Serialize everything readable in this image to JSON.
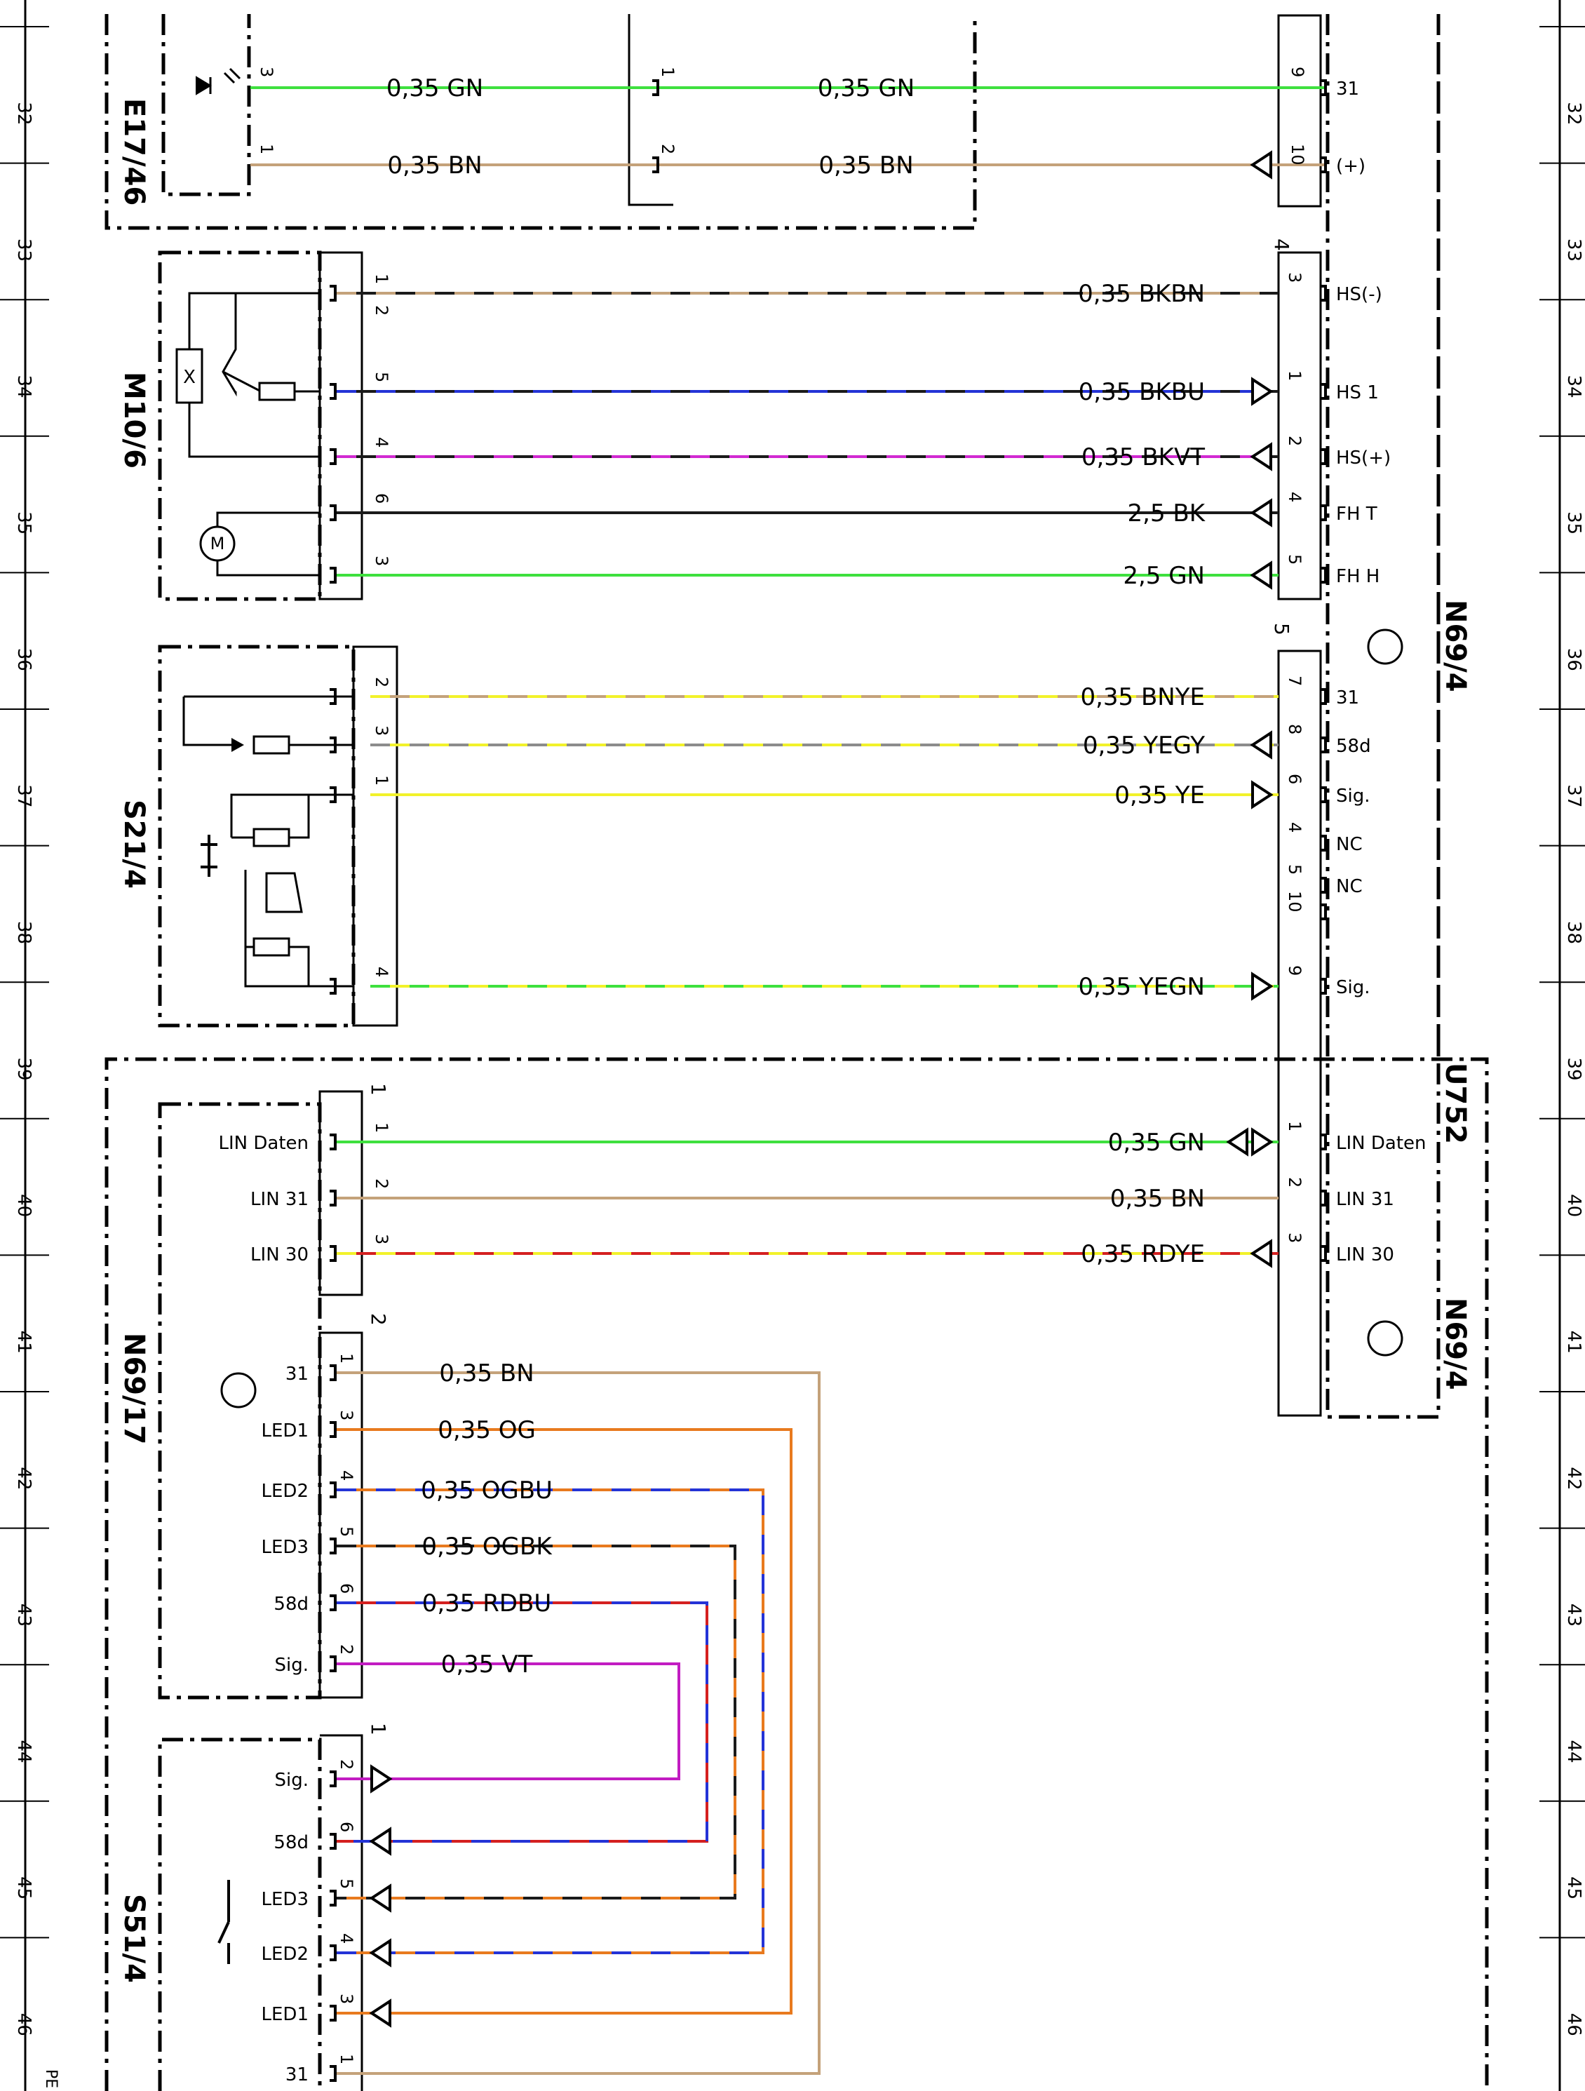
{
  "page": {
    "row_numbers": [
      "32",
      "33",
      "34",
      "35",
      "36",
      "37",
      "38",
      "39",
      "40",
      "41",
      "42",
      "43",
      "44",
      "45",
      "46"
    ],
    "corner_mark": "PE"
  },
  "components": {
    "E17_46": "E17/46",
    "M10_6": "M10/6",
    "S21_4": "S21/4",
    "N69_17": "N69/17",
    "S51_4": "S51/4",
    "N69_4_upper": "N69/4",
    "N69_4_lower": "N69/4",
    "U752": "U752"
  },
  "connector_labels": {
    "n69_4_block4": "4",
    "n69_4_block5": "5",
    "n69_17_block1": "1",
    "n69_17_block2": "2",
    "s51_4_block1": "1"
  },
  "wires": [
    {
      "id": "w1",
      "label": "0,35 GN",
      "label2": "0,35 GN",
      "color": "#3ee03e",
      "stripe": null,
      "left_pin": "3",
      "mid_pin_left": "1",
      "right_pin": "9",
      "terminal": "31",
      "arrow": "none"
    },
    {
      "id": "w2",
      "label": "0,35 BN",
      "label2": "0,35 BN",
      "color": "#c4a27a",
      "stripe": null,
      "left_pin": "1",
      "mid_pin_left": "2",
      "right_pin": "10",
      "terminal": "(+)",
      "arrow": "left"
    },
    {
      "id": "w3",
      "label": "0,35 BKBN",
      "color": "#1a1a1a",
      "stripe": "#c4a27a",
      "left_pin": "1",
      "right_pin": "3",
      "terminal": "HS(-)",
      "arrow": "none"
    },
    {
      "id": "w4",
      "label": "",
      "color": null,
      "stripe": null,
      "left_pin": "2",
      "right_pin": "",
      "terminal": "",
      "arrow": "none"
    },
    {
      "id": "w5",
      "label": "0,35 BKBU",
      "color": "#1a1a1a",
      "stripe": "#2433d6",
      "left_pin": "5",
      "right_pin": "1",
      "terminal": "HS 1",
      "arrow": "right"
    },
    {
      "id": "w6",
      "label": "0,35 BKVT",
      "color": "#1a1a1a",
      "stripe": "#d22ad2",
      "left_pin": "4",
      "right_pin": "2",
      "terminal": "HS(+)",
      "arrow": "left"
    },
    {
      "id": "w7",
      "label": "2,5 BK",
      "color": "#1a1a1a",
      "stripe": null,
      "left_pin": "6",
      "right_pin": "4",
      "terminal": "FH T",
      "arrow": "left"
    },
    {
      "id": "w8",
      "label": "2,5 GN",
      "color": "#3ee03e",
      "stripe": null,
      "left_pin": "3",
      "right_pin": "5",
      "terminal": "FH H",
      "arrow": "left"
    },
    {
      "id": "w9",
      "label": "0,35 BNYE",
      "color": "#c4a27a",
      "stripe": "#f2f22a",
      "left_pin": "2",
      "right_pin": "7",
      "terminal": "31",
      "arrow": "none"
    },
    {
      "id": "w10",
      "label": "0,35 YEGY",
      "color": "#f2f22a",
      "stripe": "#8c8c8c",
      "left_pin": "3",
      "right_pin": "8",
      "terminal": "58d",
      "arrow": "left"
    },
    {
      "id": "w11",
      "label": "0,35 YE",
      "color": "#f2f22a",
      "stripe": null,
      "left_pin": "1",
      "right_pin": "6",
      "terminal": "Sig.",
      "arrow": "right"
    },
    {
      "id": "w12",
      "label": "",
      "color": null,
      "stripe": null,
      "left_pin": "",
      "right_pin": "4",
      "terminal": "NC",
      "arrow": "none"
    },
    {
      "id": "w13",
      "label": "",
      "color": null,
      "stripe": null,
      "left_pin": "",
      "right_pin": "5",
      "terminal": "NC",
      "arrow": "none"
    },
    {
      "id": "w14",
      "label": "",
      "color": null,
      "stripe": null,
      "left_pin": "",
      "right_pin": "10",
      "terminal": "",
      "arrow": "none"
    },
    {
      "id": "w15",
      "label": "0,35 YEGN",
      "color": "#f2f22a",
      "stripe": "#3ee03e",
      "left_pin": "4",
      "right_pin": "9",
      "terminal": "Sig.",
      "arrow": "right"
    },
    {
      "id": "w16",
      "label": "0,35 GN",
      "color": "#3ee03e",
      "stripe": null,
      "left_name": "LIN Daten",
      "left_pin": "1",
      "right_pin": "1",
      "terminal": "LIN Daten",
      "arrow": "both"
    },
    {
      "id": "w17",
      "label": "0,35 BN",
      "color": "#c4a27a",
      "stripe": null,
      "left_name": "LIN 31",
      "left_pin": "2",
      "right_pin": "2",
      "terminal": "LIN 31",
      "arrow": "none"
    },
    {
      "id": "w18",
      "label": "0,35 RDYE",
      "color": "#d42020",
      "stripe": "#f2f22a",
      "left_name": "LIN 30",
      "left_pin": "3",
      "right_pin": "3",
      "terminal": "LIN 30",
      "arrow": "left"
    },
    {
      "id": "w19",
      "label": "0,35 BN",
      "color": "#c4a27a",
      "stripe": null,
      "left_name": "31",
      "left_pin": "1",
      "s51_name": "31",
      "s51_pin": "1",
      "arrow": "none"
    },
    {
      "id": "w20",
      "label": "0,35 OG",
      "color": "#e87a1e",
      "stripe": null,
      "left_name": "LED1",
      "left_pin": "3",
      "s51_name": "LED1",
      "s51_pin": "3",
      "arrow": "left"
    },
    {
      "id": "w21",
      "label": "0,35 OGBU",
      "color": "#e87a1e",
      "stripe": "#2433d6",
      "left_name": "LED2",
      "left_pin": "4",
      "s51_name": "LED2",
      "s51_pin": "4",
      "arrow": "left"
    },
    {
      "id": "w22",
      "label": "0,35 OGBK",
      "color": "#e87a1e",
      "stripe": "#1a1a1a",
      "left_name": "LED3",
      "left_pin": "5",
      "s51_name": "LED3",
      "s51_pin": "5",
      "arrow": "left"
    },
    {
      "id": "w23",
      "label": "0,35 RDBU",
      "color": "#d42020",
      "stripe": "#2433d6",
      "left_name": "58d",
      "left_pin": "6",
      "s51_name": "58d",
      "s51_pin": "6",
      "arrow": "left"
    },
    {
      "id": "w24",
      "label": "0,35 VT",
      "color": "#c21cc2",
      "stripe": null,
      "left_name": "Sig.",
      "left_pin": "2",
      "s51_name": "Sig.",
      "s51_pin": "2",
      "arrow": "right"
    }
  ],
  "symbols": {
    "m10_6_box": "X",
    "m10_6_motor": "M"
  },
  "colors": {
    "frame": "#000000",
    "grid": "#000000"
  }
}
